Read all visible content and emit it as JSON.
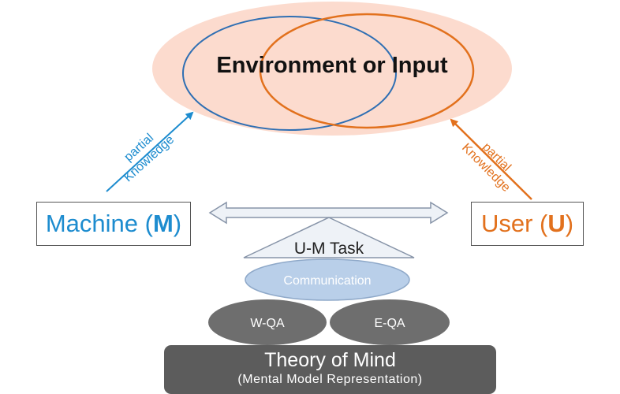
{
  "environment": {
    "label": "Environment or Input"
  },
  "machine": {
    "label_prefix": "Machine (",
    "label_letter": "M",
    "label_suffix": ")",
    "color": "#1d8ccf"
  },
  "user": {
    "label_prefix": "User (",
    "label_letter": "U",
    "label_suffix": ")",
    "color": "#e2711d"
  },
  "left_arrow": {
    "line1": "partial",
    "line2": "Knowledge"
  },
  "right_arrow": {
    "line1": "partial",
    "line2": "Knowledge"
  },
  "task": {
    "label": "U-M Task"
  },
  "communication": {
    "label": "Communication"
  },
  "wqa": {
    "label": "W-QA"
  },
  "eqa": {
    "label": "E-QA"
  },
  "theory_of_mind": {
    "title": "Theory of Mind",
    "subtitle": "(Mental Model Representation)"
  },
  "colors": {
    "env_fill": "#fbd5c6",
    "blue": "#2f6fb3",
    "orange": "#e2711d",
    "dark_gray": "#6e6e6e",
    "light_blue": "#b9cfe9"
  }
}
